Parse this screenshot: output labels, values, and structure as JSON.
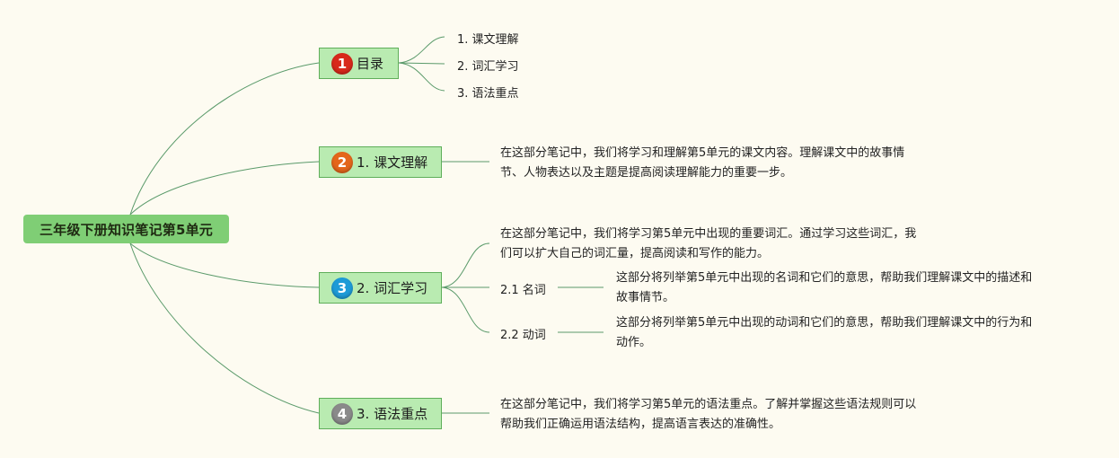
{
  "root": {
    "title": "三年级下册知识笔记第5单元"
  },
  "colors": {
    "background": "#fdfbf1",
    "root_fill": "#7fce75",
    "branch_fill": "#b9ebb1",
    "branch_border": "#5fae5a",
    "connector": "#5a9a6a",
    "badge_1": "#d8291b",
    "badge_2": "#e4661b",
    "badge_3": "#1e9bd7",
    "badge_4": "#8a8a8a"
  },
  "branches": [
    {
      "badge": "1",
      "badge_icon": "number-1-badge-icon",
      "label": "目录",
      "children": [
        "1. 课文理解",
        "2. 词汇学习",
        "3. 语法重点"
      ]
    },
    {
      "badge": "2",
      "badge_icon": "number-2-badge-icon",
      "label": "1. 课文理解",
      "note": [
        "在这部分笔记中，我们将学习和理解第5单元的课文内容。理解课文中的故事情",
        "节、人物表达以及主题是提高阅读理解能力的重要一步。"
      ]
    },
    {
      "badge": "3",
      "badge_icon": "number-3-badge-icon",
      "label": "2. 词汇学习",
      "note": [
        "在这部分笔记中，我们将学习第5单元中出现的重要词汇。通过学习这些词汇，我",
        "们可以扩大自己的词汇量，提高阅读和写作的能力。"
      ],
      "subtopics": [
        {
          "label": "2.1 名词",
          "note": [
            "这部分将列举第5单元中出现的名词和它们的意思，帮助我们理解课文中的描述和",
            "故事情节。"
          ]
        },
        {
          "label": "2.2 动词",
          "note": [
            "这部分将列举第5单元中出现的动词和它们的意思，帮助我们理解课文中的行为和",
            "动作。"
          ]
        }
      ]
    },
    {
      "badge": "4",
      "badge_icon": "number-4-badge-icon",
      "label": "3. 语法重点",
      "note": [
        "在这部分笔记中，我们将学习第5单元的语法重点。了解并掌握这些语法规则可以",
        "帮助我们正确运用语法结构，提高语言表达的准确性。"
      ]
    }
  ]
}
